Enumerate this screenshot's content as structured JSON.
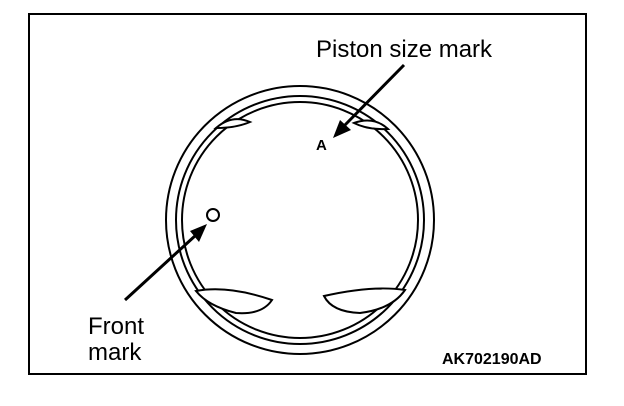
{
  "labels": {
    "piston_size_mark": "Piston size mark",
    "front_mark_line1": "Front",
    "front_mark_line2": "mark",
    "size_letter": "A",
    "figure_code": "AK702190AD"
  }
}
